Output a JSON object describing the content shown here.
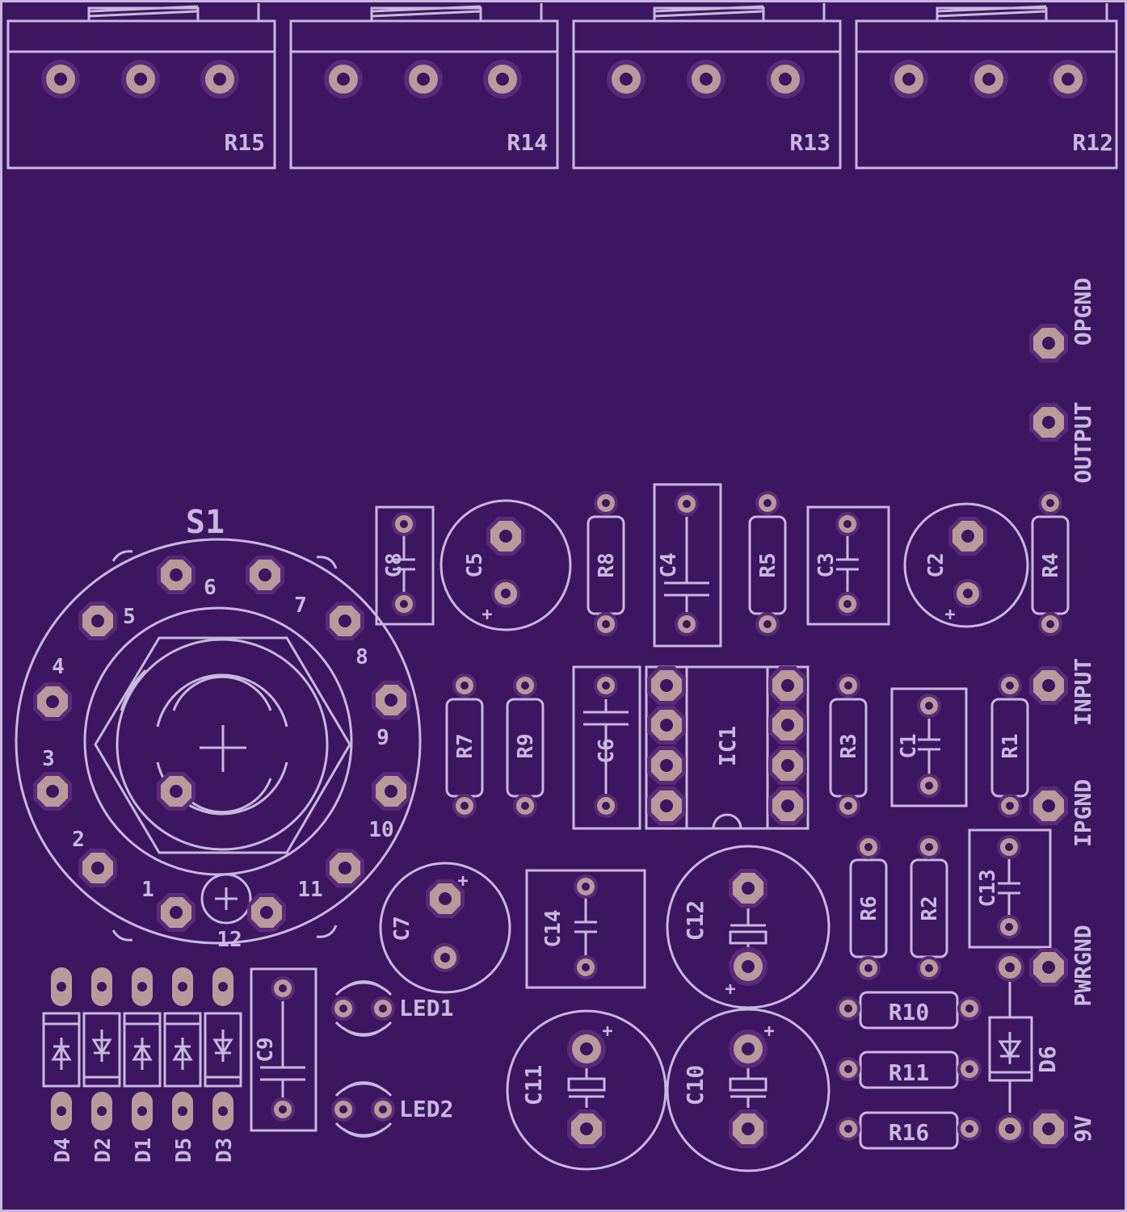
{
  "board": {
    "background": "#3c1661",
    "silkscreen": "#c9b8dc",
    "pad": "#b89a9a",
    "pad_ring": "#5a2a7a"
  },
  "pots": [
    "R15",
    "R14",
    "R13",
    "R12"
  ],
  "switch": {
    "name": "S1",
    "positions": [
      "1",
      "2",
      "3",
      "4",
      "5",
      "6",
      "7",
      "8",
      "9",
      "10",
      "11",
      "12"
    ]
  },
  "parts": {
    "C8": "C8",
    "C5": "C5",
    "R8": "R8",
    "C4": "C4",
    "R5": "R5",
    "C3": "C3",
    "C2": "C2",
    "R4": "R4",
    "R7": "R7",
    "R9": "R9",
    "C6": "C6",
    "IC1": "IC1",
    "R3": "R3",
    "C1": "C1",
    "R1": "R1",
    "R6": "R6",
    "R2": "R2",
    "C13": "C13",
    "C7": "C7",
    "C14": "C14",
    "C12": "C12",
    "C9": "C9",
    "LED1": "LED1",
    "LED2": "LED2",
    "C11": "C11",
    "C10": "C10",
    "R10": "R10",
    "R11": "R11",
    "R16": "R16",
    "D6": "D6",
    "D4": "D4",
    "D2": "D2",
    "D1": "D1",
    "D5": "D5",
    "D3": "D3"
  },
  "connectors": [
    "OPGND",
    "OUTPUT",
    "INPUT",
    "IPGND",
    "PWRGND",
    "9V"
  ],
  "polarity": "+"
}
